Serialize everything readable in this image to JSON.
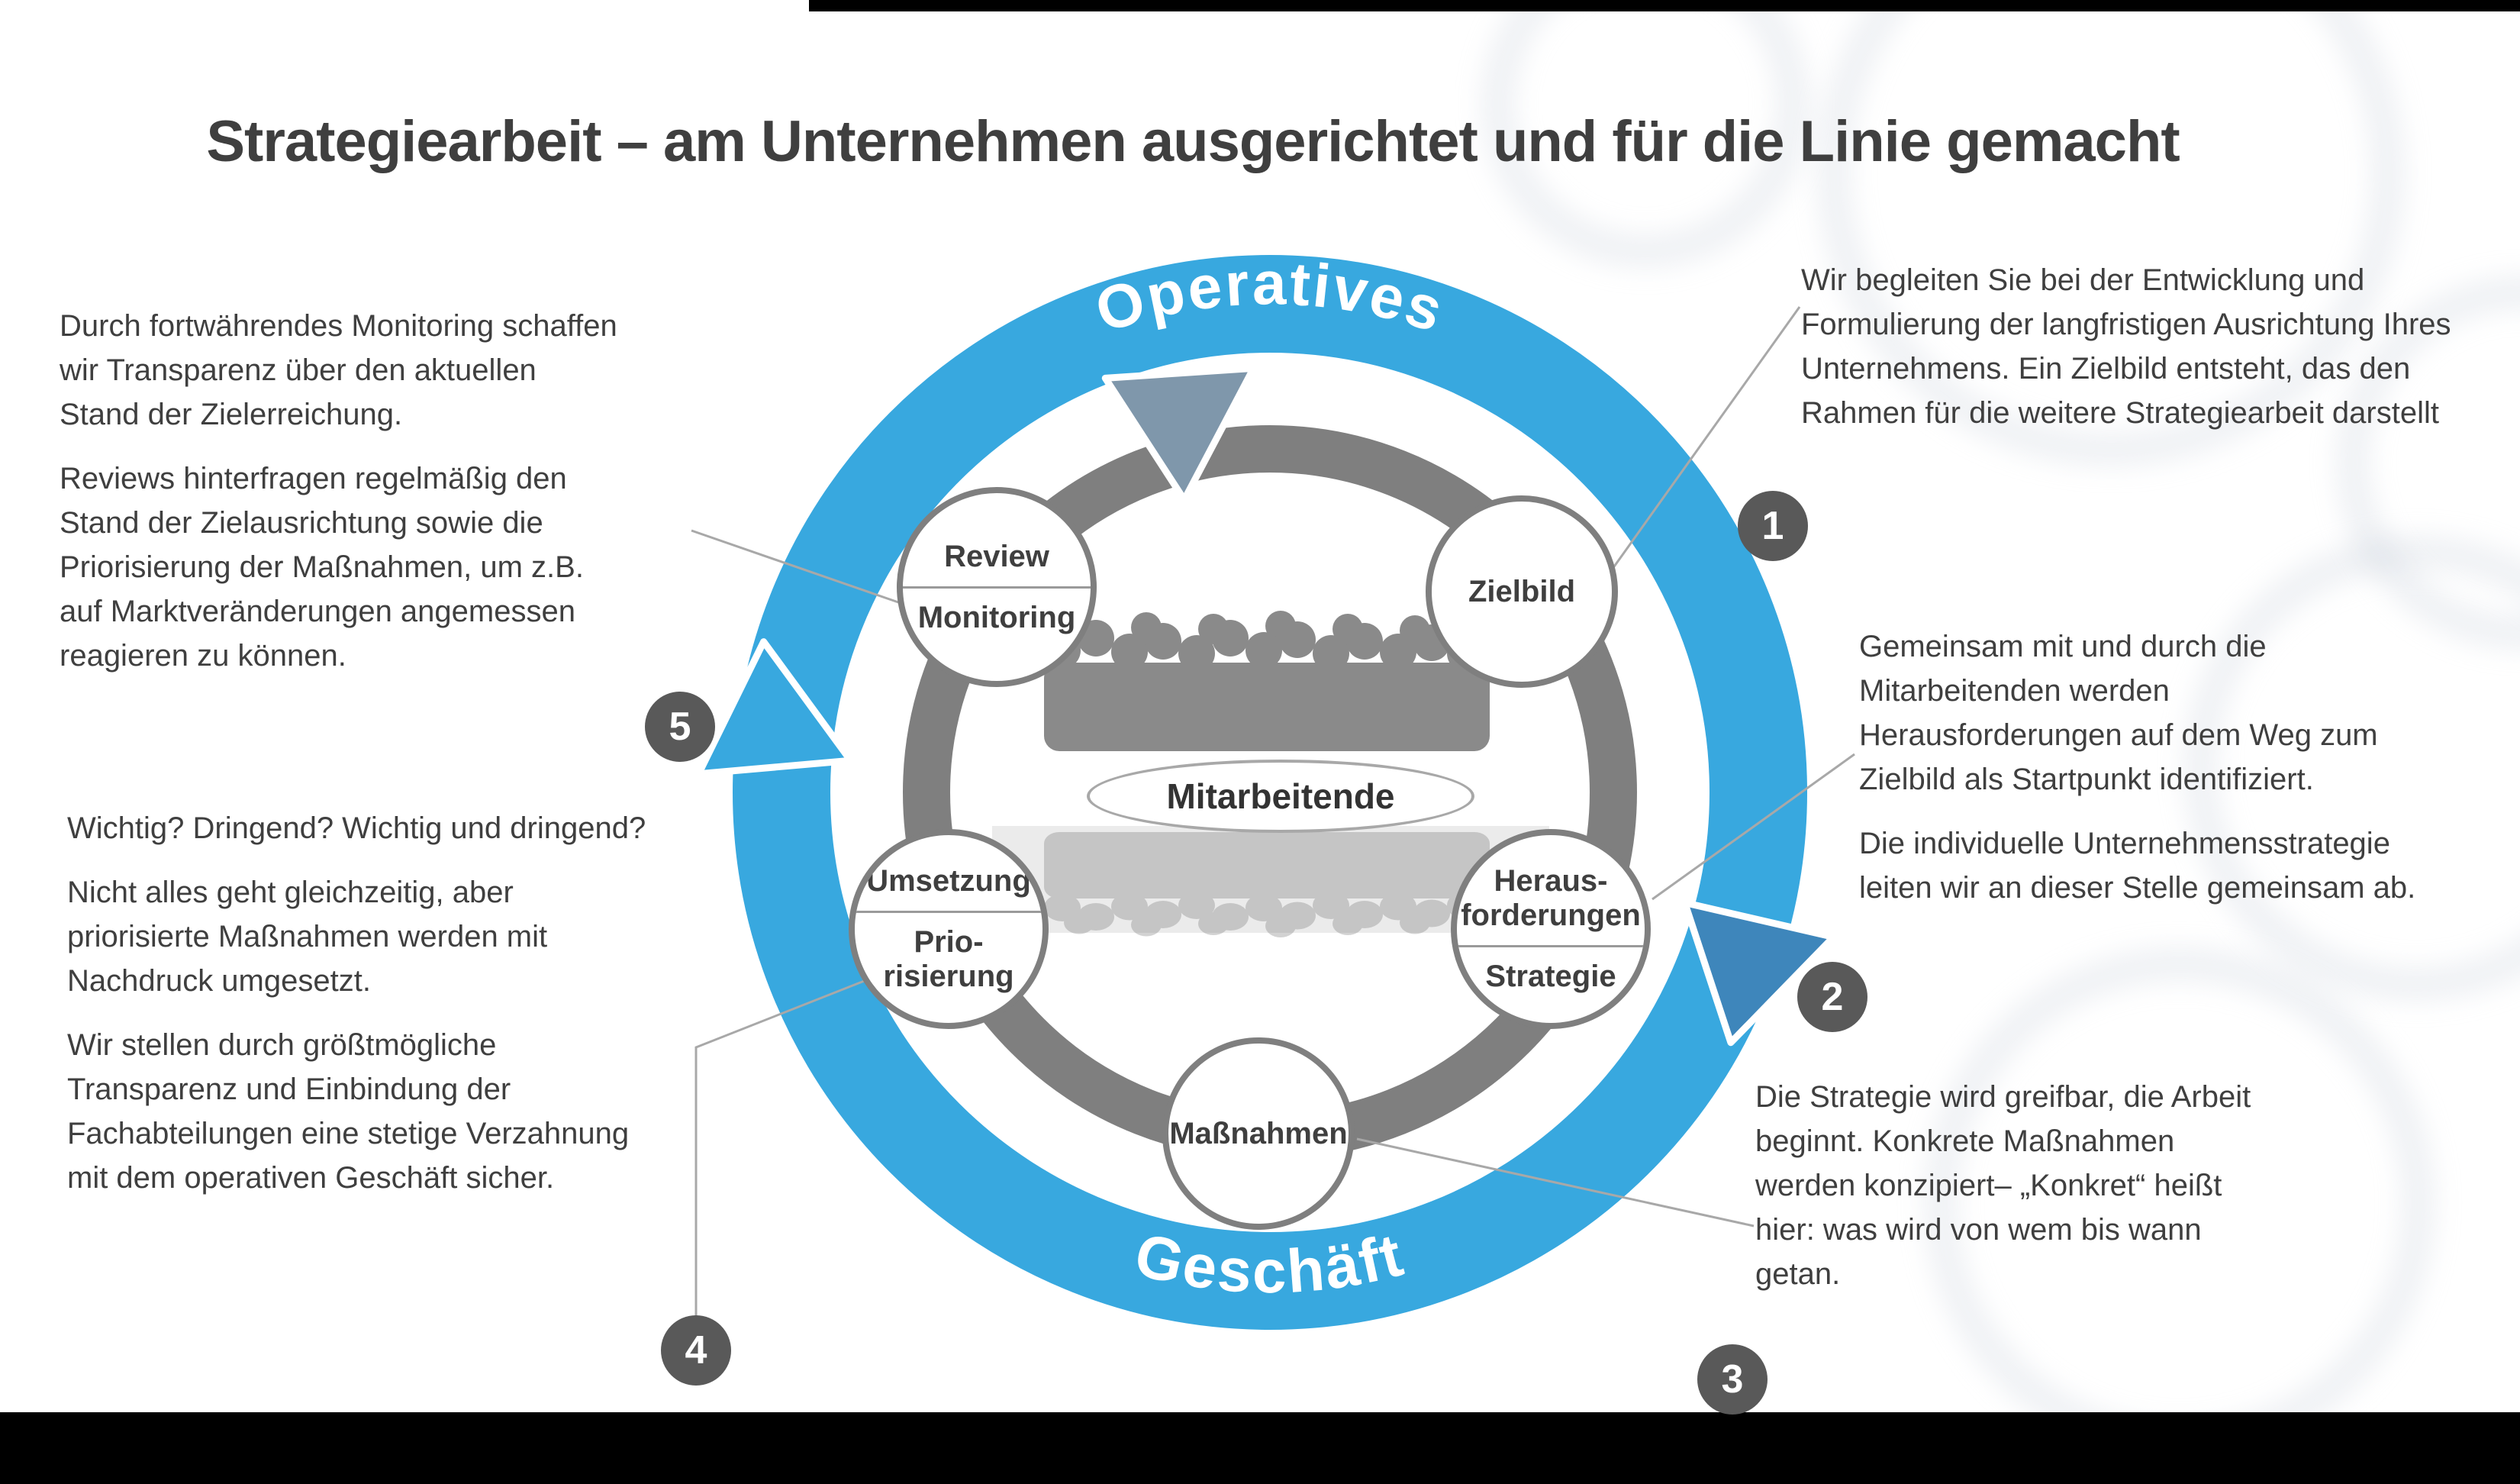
{
  "page": {
    "title": "Strategiearbeit – am Unternehmen ausgerichtet und für die Linie gemacht"
  },
  "diagram": {
    "ring_top_label": "Operatives",
    "ring_bottom_label": "Geschäft",
    "center_label": "Mitarbeitende",
    "nodes": [
      {
        "top": [
          "Review"
        ],
        "bottom": [
          "Monitoring"
        ]
      },
      {
        "label": "Zielbild"
      },
      {
        "top": [
          "Heraus-",
          "forderungen"
        ],
        "bottom": [
          "Strategie"
        ]
      },
      {
        "label": "Maßnahmen"
      },
      {
        "top": [
          "Umsetzung"
        ],
        "bottom": [
          "Prio-",
          "risierung"
        ]
      }
    ]
  },
  "annotations": [
    {
      "number": "1",
      "paragraphs": [
        "Wir begleiten Sie bei der Entwicklung und Formulierung der langfristigen Ausrichtung Ihres Unternehmens. Ein Zielbild entsteht, das den Rahmen für die weitere Strategiearbeit darstellt"
      ]
    },
    {
      "number": "2",
      "paragraphs": [
        "Gemeinsam mit und durch die Mitarbeitenden werden Herausforderungen auf dem Weg zum Zielbild als Startpunkt identifiziert.",
        "Die individuelle Unternehmensstrategie leiten wir an dieser Stelle gemeinsam ab."
      ]
    },
    {
      "number": "3",
      "paragraphs": [
        "Die Strategie wird greifbar, die Arbeit beginnt. Konkrete Maßnahmen werden konzipiert– „Konkret“ heißt hier: was wird von wem bis wann getan."
      ]
    },
    {
      "number": "4",
      "paragraphs": [
        "Wichtig? Dringend? Wichtig und dringend?",
        "Nicht alles geht gleichzeitig, aber priorisierte Maßnahmen werden mit Nachdruck umgesetzt.",
        "Wir stellen durch größtmögliche Transparenz und Einbindung der Fachabteilungen eine stetige Verzahnung mit dem operativen Geschäft sicher."
      ]
    },
    {
      "number": "5",
      "paragraphs": [
        "Durch fortwährendes Monitoring schaffen wir Transparenz über den aktuellen Stand der Zielerreichung.",
        "Reviews hinterfragen regelmäßig den Stand der Zielausrichtung sowie die Priorisierung der Maßnahmen, um z.B. auf Marktveränderungen angemessen reagieren zu können."
      ]
    }
  ],
  "colors": {
    "blue": "#38a8df",
    "ring": "#7f7f7f",
    "node_border": "#7f7f7f",
    "badge": "#595959",
    "text": "#3f3f3f",
    "line": "#a8a8a8",
    "crowd": "#8a8a8a",
    "arrow_right": "#3e86bb",
    "arrow_top": "#7f97ab"
  }
}
